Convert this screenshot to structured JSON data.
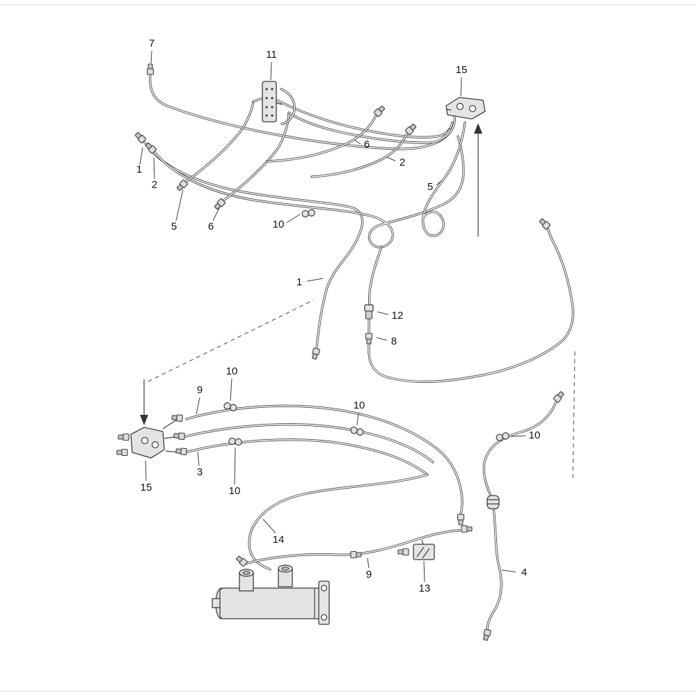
{
  "diagram": {
    "callouts": [
      {
        "part": "7"
      },
      {
        "part": "11"
      },
      {
        "part": "15"
      },
      {
        "part": "1"
      },
      {
        "part": "2"
      },
      {
        "part": "5"
      },
      {
        "part": "6"
      },
      {
        "part": "6"
      },
      {
        "part": "2"
      },
      {
        "part": "5"
      },
      {
        "part": "10"
      },
      {
        "part": "1"
      },
      {
        "part": "12"
      },
      {
        "part": "8"
      },
      {
        "part": "10"
      },
      {
        "part": "9"
      },
      {
        "part": "10"
      },
      {
        "part": "10"
      },
      {
        "part": "15"
      },
      {
        "part": "3"
      },
      {
        "part": "10"
      },
      {
        "part": "14"
      },
      {
        "part": "9"
      },
      {
        "part": "13"
      },
      {
        "part": "4"
      }
    ]
  }
}
